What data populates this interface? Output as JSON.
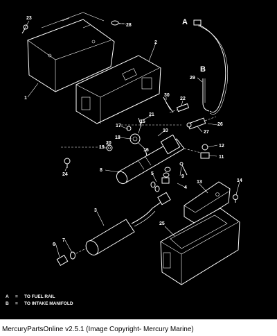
{
  "caption": "MercuryPartsOnline v2.5.1 (Image Copyright- Mercury Marine)",
  "diagram": {
    "legend": [
      {
        "key": "A",
        "sep": "=",
        "text": "TO FUEL RAIL"
      },
      {
        "key": "B",
        "sep": "=",
        "text": "TO INTAKE MANIFOLD"
      }
    ],
    "callouts": {
      "A": "A",
      "B": "B",
      "p1": "1",
      "p2": "2",
      "p3": "3",
      "p4": "4",
      "p5": "5",
      "p6": "6",
      "p7": "7",
      "p8": "8",
      "p9": "9",
      "p10": "10",
      "p11": "11",
      "p12": "12",
      "p13": "13",
      "p14": "14",
      "p15": "15",
      "p16": "16",
      "p17": "17",
      "p18": "18",
      "p19": "19",
      "p20": "20",
      "p21": "21",
      "p22": "22",
      "p23": "23",
      "p24": "24",
      "p25": "25",
      "p26": "26",
      "p27": "27",
      "p28": "28",
      "p29": "29",
      "p30": "30"
    }
  }
}
